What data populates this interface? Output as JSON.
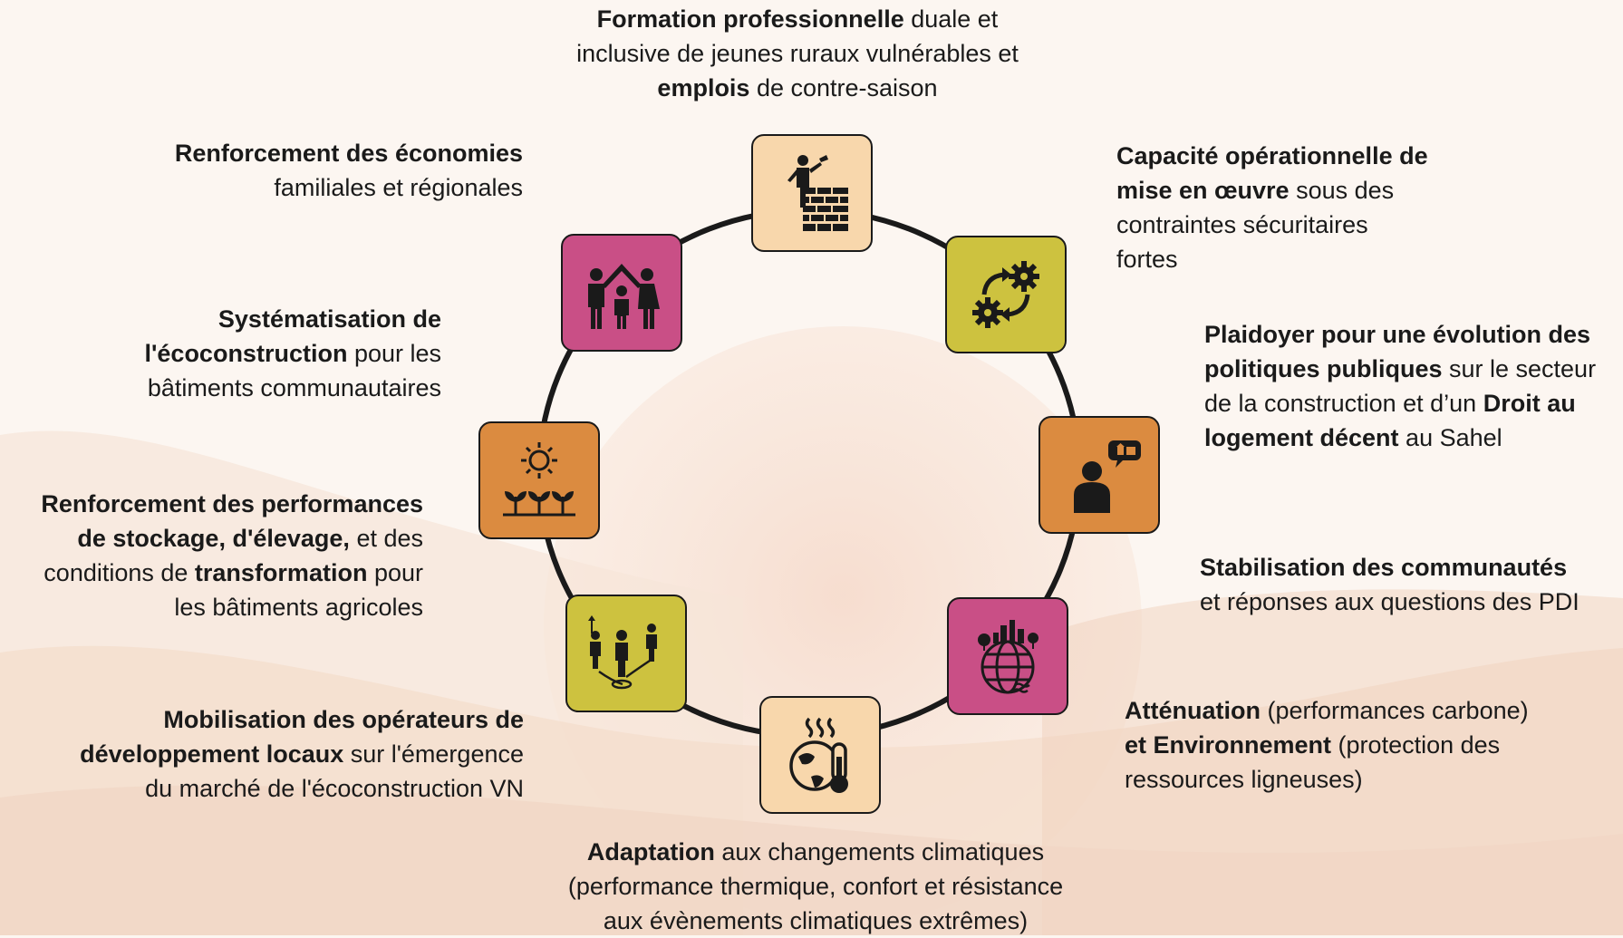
{
  "colors": {
    "peach": "#f8d7ac",
    "pink": "#c94f86",
    "olive": "#cdc23f",
    "orange": "#db8b40",
    "outline": "#1a1a1a",
    "background": "#fcf6f1"
  },
  "nodes": [
    {
      "id": "formation",
      "icon": "worker-brick-wall-icon",
      "color": "peach",
      "lines": [
        [
          {
            "b": "Formation professionnelle"
          },
          {
            "t": " duale et"
          }
        ],
        [
          {
            "t": "inclusive de jeunes ruraux vulnérables et"
          }
        ],
        [
          {
            "b": "emplois"
          },
          {
            "t": " de contre-saison"
          }
        ]
      ]
    },
    {
      "id": "capacite",
      "icon": "gears-cycle-icon",
      "color": "olive",
      "lines": [
        [
          {
            "b": "Capacité opérationnelle de"
          }
        ],
        [
          {
            "b": "mise en œuvre"
          },
          {
            "t": " sous des"
          }
        ],
        [
          {
            "t": "contraintes sécuritaires"
          }
        ],
        [
          {
            "t": "fortes"
          }
        ]
      ]
    },
    {
      "id": "plaidoyer",
      "icon": "speaker-house-bubble-icon",
      "color": "orange",
      "lines": [
        [
          {
            "b": "Plaidoyer pour une évolution des"
          }
        ],
        [
          {
            "b": "politiques publiques"
          },
          {
            "t": " sur le secteur"
          }
        ],
        [
          {
            "t": "de la construction et d’un "
          },
          {
            "b": "Droit au"
          }
        ],
        [
          {
            "b": "logement décent"
          },
          {
            "t": " au Sahel"
          }
        ]
      ]
    },
    {
      "id": "stabilisation",
      "icon": "globe-city-icon",
      "color": "pink",
      "lines": [
        [
          {
            "b": "Stabilisation des communautés"
          }
        ],
        [
          {
            "t": "et réponses aux questions des PDI"
          }
        ]
      ]
    },
    {
      "id": "attenuation",
      "icon": "globe-city-icon",
      "color": "pink",
      "lines": [
        [
          {
            "b": "Atténuation"
          },
          {
            "t": " (performances carbone)"
          }
        ],
        [
          {
            "b": "et Environnement"
          },
          {
            "t": " (protection des"
          }
        ],
        [
          {
            "t": "ressources ligneuses)"
          }
        ]
      ]
    },
    {
      "id": "adaptation",
      "icon": "earth-thermometer-icon",
      "color": "peach",
      "lines": [
        [
          {
            "b": "Adaptation"
          },
          {
            "t": " aux changements climatiques"
          }
        ],
        [
          {
            "t": "(performance thermique, confort et résistance"
          }
        ],
        [
          {
            "t": "aux évènements climatiques extrêmes)"
          }
        ]
      ]
    },
    {
      "id": "mobilisation",
      "icon": "people-network-icon",
      "color": "olive",
      "lines": [
        [
          {
            "b": "Mobilisation des opérateurs de"
          }
        ],
        [
          {
            "b": "développement locaux"
          },
          {
            "t": " sur l'émergence"
          }
        ],
        [
          {
            "t": "du marché de l'écoconstruction VN"
          }
        ]
      ]
    },
    {
      "id": "stockage",
      "icon": "sun-plants-icon",
      "color": "orange",
      "lines": [
        [
          {
            "b": "Renforcement des performances"
          }
        ],
        [
          {
            "b": "de stockage, d'élevage,"
          },
          {
            "t": " et des"
          }
        ],
        [
          {
            "t": "conditions de "
          },
          {
            "b": "transformation"
          },
          {
            "t": " pour"
          }
        ],
        [
          {
            "t": "les bâtiments agricoles"
          }
        ]
      ]
    },
    {
      "id": "systematisation",
      "icon": "",
      "lines": [
        [
          {
            "b": "Systématisation de"
          }
        ],
        [
          {
            "b": "l'écoconstruction"
          },
          {
            "t": " pour les"
          }
        ],
        [
          {
            "t": "bâtiments communautaires"
          }
        ]
      ]
    },
    {
      "id": "economies",
      "icon": "family-house-icon",
      "color": "pink",
      "lines": [
        [
          {
            "b": "Renforcement des économies"
          }
        ],
        [
          {
            "t": "familiales et régionales"
          }
        ]
      ]
    }
  ]
}
